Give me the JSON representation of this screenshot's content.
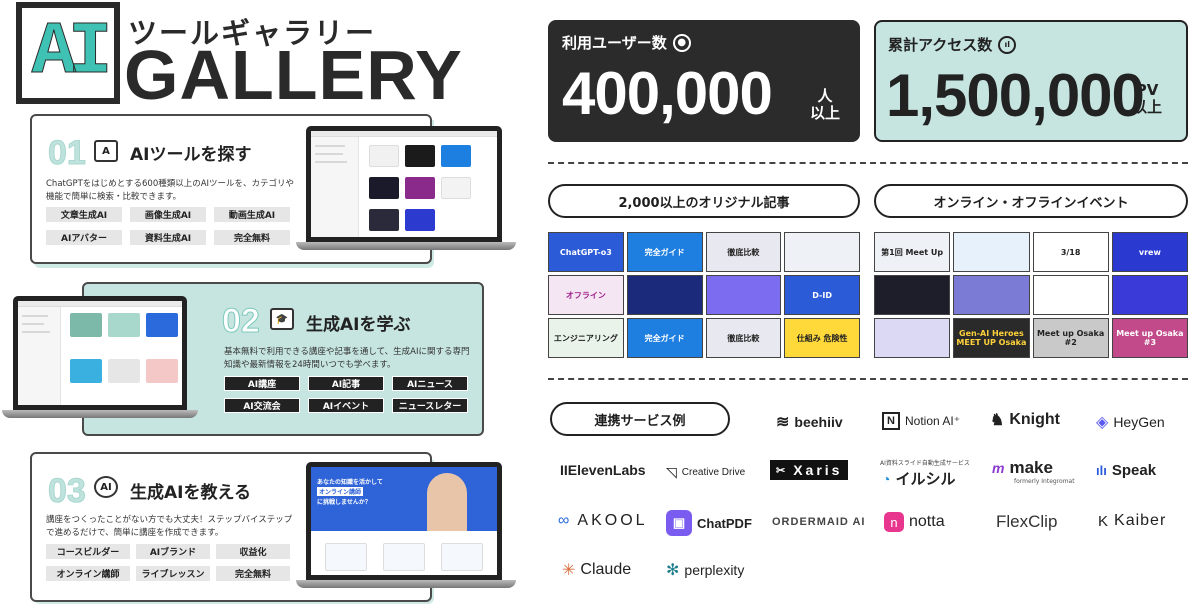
{
  "logo": {
    "mark": "AI",
    "subtitle": "ツールギャラリー",
    "wordmark": "GALLERY"
  },
  "features": [
    {
      "num": "01",
      "title": "AIツールを探す",
      "desc": "ChatGPTをはじめとする600種類以上のAIツールを、カテゴリや機能で簡単に検索・比較できます。",
      "tags": [
        "文章生成AI",
        "画像生成AI",
        "動画生成AI",
        "AIアバター",
        "資料生成AI",
        "完全無料"
      ]
    },
    {
      "num": "02",
      "title": "生成AIを学ぶ",
      "desc": "基本無料で利用できる講座や記事を通して、生成AIに関する専門知識や最新情報を24時間いつでも学べます。",
      "tags": [
        "AI講座",
        "AI記事",
        "AIニュース",
        "AI交流会",
        "AIイベント",
        "ニュースレター"
      ]
    },
    {
      "num": "03",
      "title": "生成AIを教える",
      "desc": "講座をつくったことがない方でも大丈夫！ステップバイステップで進めるだけで、簡単に講座を作成できます。",
      "tags": [
        "コースビルダー",
        "AIブランド",
        "収益化",
        "オンライン講師",
        "ライブレッスン",
        "完全無料"
      ]
    }
  ],
  "mock03": {
    "headline1": "あなたの知識を活かして",
    "headline2": "オンライン講師",
    "headline3": "に挑戦しませんか？"
  },
  "stats": {
    "users": {
      "label": "利用ユーザー数",
      "value": "400,000",
      "unit1": "人",
      "unit2": "以上"
    },
    "access": {
      "label": "累計アクセス数",
      "value": "1,500,000",
      "unit1": "PV",
      "unit2": "以上"
    }
  },
  "articles_pill": "2,000以上のオリジナル記事",
  "events_pill": "オンライン・オフラインイベント",
  "article_thumbs": [
    {
      "text": "ChatGPT-o3",
      "bg": "#2c5bd8",
      "fg": "#ffffff"
    },
    {
      "text": "完全ガイド",
      "bg": "#1f7fe0",
      "fg": "#ffffff"
    },
    {
      "text": "徹底比較",
      "bg": "#e8e8f0",
      "fg": "#222222"
    },
    {
      "text": "",
      "bg": "#eef1f6",
      "fg": "#222222"
    },
    {
      "text": "オフライン",
      "bg": "#f4e6f3",
      "fg": "#a0208a"
    },
    {
      "text": "",
      "bg": "#1b2a7a",
      "fg": "#ffffff"
    },
    {
      "text": "",
      "bg": "#7c6cf0",
      "fg": "#ffffff"
    },
    {
      "text": "D-ID",
      "bg": "#2c5bd8",
      "fg": "#ffffff"
    },
    {
      "text": "エンジニアリング",
      "bg": "#e9f3ea",
      "fg": "#1a1a1a"
    },
    {
      "text": "完全ガイド",
      "bg": "#1f7fe0",
      "fg": "#ffffff"
    },
    {
      "text": "徹底比較",
      "bg": "#e8e8f0",
      "fg": "#222222"
    },
    {
      "text": "仕組み 危険性",
      "bg": "#ffd83a",
      "fg": "#222222"
    }
  ],
  "event_thumbs": [
    {
      "text": "第1回 Meet Up",
      "bg": "#eef1f6",
      "fg": "#222222"
    },
    {
      "text": "",
      "bg": "#e7f1fb",
      "fg": "#222222"
    },
    {
      "text": "3/18",
      "bg": "#ffffff",
      "fg": "#222222"
    },
    {
      "text": "vrew",
      "bg": "#2a3ad0",
      "fg": "#ffffff"
    },
    {
      "text": "",
      "bg": "#1e1e2a",
      "fg": "#ffffff"
    },
    {
      "text": "",
      "bg": "#7b7bd6",
      "fg": "#ffffff"
    },
    {
      "text": "",
      "bg": "#ffffff",
      "fg": "#222222"
    },
    {
      "text": "",
      "bg": "#3a3ad8",
      "fg": "#ffffff"
    },
    {
      "text": "",
      "bg": "#dcd9f4",
      "fg": "#222222"
    },
    {
      "text": "Gen-AI Heroes MEET UP Osaka",
      "bg": "#2a2a2a",
      "fg": "#ffd23a"
    },
    {
      "text": "Meet up Osaka #2",
      "bg": "#c9c9c9",
      "fg": "#222222"
    },
    {
      "text": "Meet up Osaka #3",
      "bg": "#c24a8a",
      "fg": "#ffffff"
    }
  ],
  "partners_pill": "連携サービス例",
  "partners": [
    {
      "name": "beehiiv",
      "icon": "≋"
    },
    {
      "name": "Notion AI⁺",
      "icon": "N"
    },
    {
      "name": "Knight",
      "icon": "♞"
    },
    {
      "name": "HeyGen",
      "icon": "◈"
    },
    {
      "name": "IIElevenLabs",
      "icon": ""
    },
    {
      "name": "Creative Drive",
      "icon": "◹"
    },
    {
      "name": "Xaris",
      "icon": "✂"
    },
    {
      "name": "イルシル",
      "icon": "◔"
    },
    {
      "name": "make",
      "icon": "m"
    },
    {
      "name": "Speak",
      "icon": "ılı"
    },
    {
      "name": "AKOOL",
      "icon": "∞"
    },
    {
      "name": "ChatPDF",
      "icon": "▣"
    },
    {
      "name": "ORDERMAID AI",
      "icon": ""
    },
    {
      "name": "notta",
      "icon": "n"
    },
    {
      "name": "FlexClip",
      "icon": ""
    },
    {
      "name": "Kaiber",
      "icon": "K"
    },
    {
      "name": "Claude",
      "icon": "✳"
    },
    {
      "name": "perplexity",
      "icon": "✻"
    }
  ],
  "partner_sub": {
    "illusil": "AI資料スライド自動生成サービス",
    "make": "formerly Integromat"
  },
  "colors": {
    "teal": "#c6e5e0",
    "dark": "#2b2b2b",
    "accent": "#3fc1b3"
  }
}
